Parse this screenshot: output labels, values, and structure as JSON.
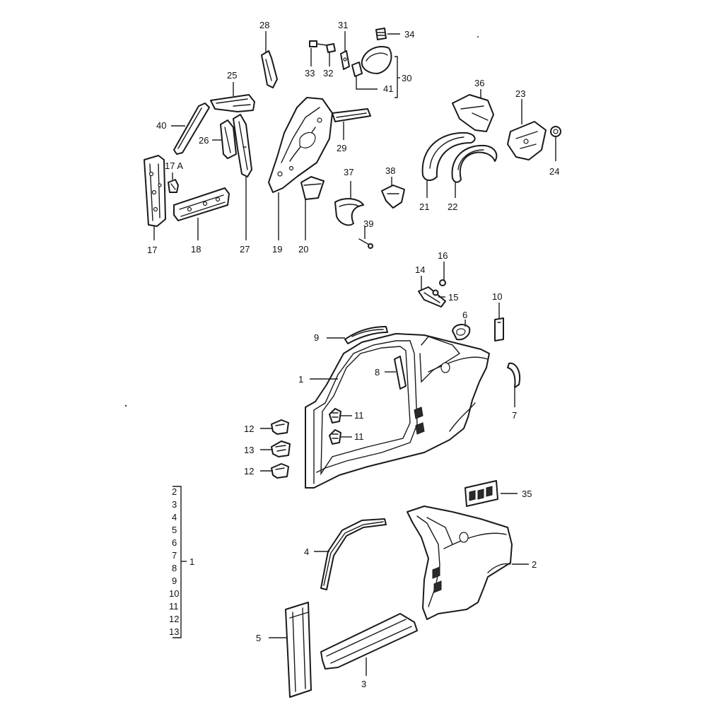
{
  "diagram": {
    "labels": {
      "l1": "1",
      "l2": "2",
      "l3": "3",
      "l4": "4",
      "l5": "5",
      "l6": "6",
      "l7": "7",
      "l8": "8",
      "l9": "9",
      "l10": "10",
      "l11a": "11",
      "l11b": "11",
      "l12a": "12",
      "l12b": "12",
      "l13": "13",
      "l14": "14",
      "l15": "15",
      "l16": "16",
      "l17": "17",
      "l17a": "17 A",
      "l18": "18",
      "l19": "19",
      "l20": "20",
      "l21": "21",
      "l22": "22",
      "l23": "23",
      "l24": "24",
      "l25": "25",
      "l26": "26",
      "l27": "27",
      "l28": "28",
      "l29": "29",
      "l30": "30",
      "l31": "31",
      "l32": "32",
      "l33": "33",
      "l34": "34",
      "l35": "35",
      "l36": "36",
      "l37": "37",
      "l38": "38",
      "l39": "39",
      "l40": "40",
      "l41": "41"
    },
    "legend": {
      "items": [
        "2",
        "3",
        "4",
        "5",
        "6",
        "7",
        "8",
        "9",
        "10",
        "11",
        "12",
        "13"
      ],
      "group_label": "1"
    }
  }
}
